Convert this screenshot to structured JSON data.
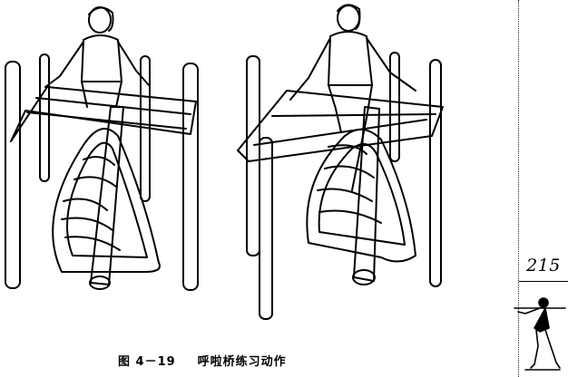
{
  "page": {
    "page_number": "215",
    "caption": {
      "figure_number": "图 4－19",
      "title": "呼啦桥练习动作"
    },
    "figure": {
      "left_panel": "illustration-bridge-practice-left",
      "right_panel": "illustration-bridge-practice-right"
    },
    "vignette": "exercising-person-vignette"
  }
}
